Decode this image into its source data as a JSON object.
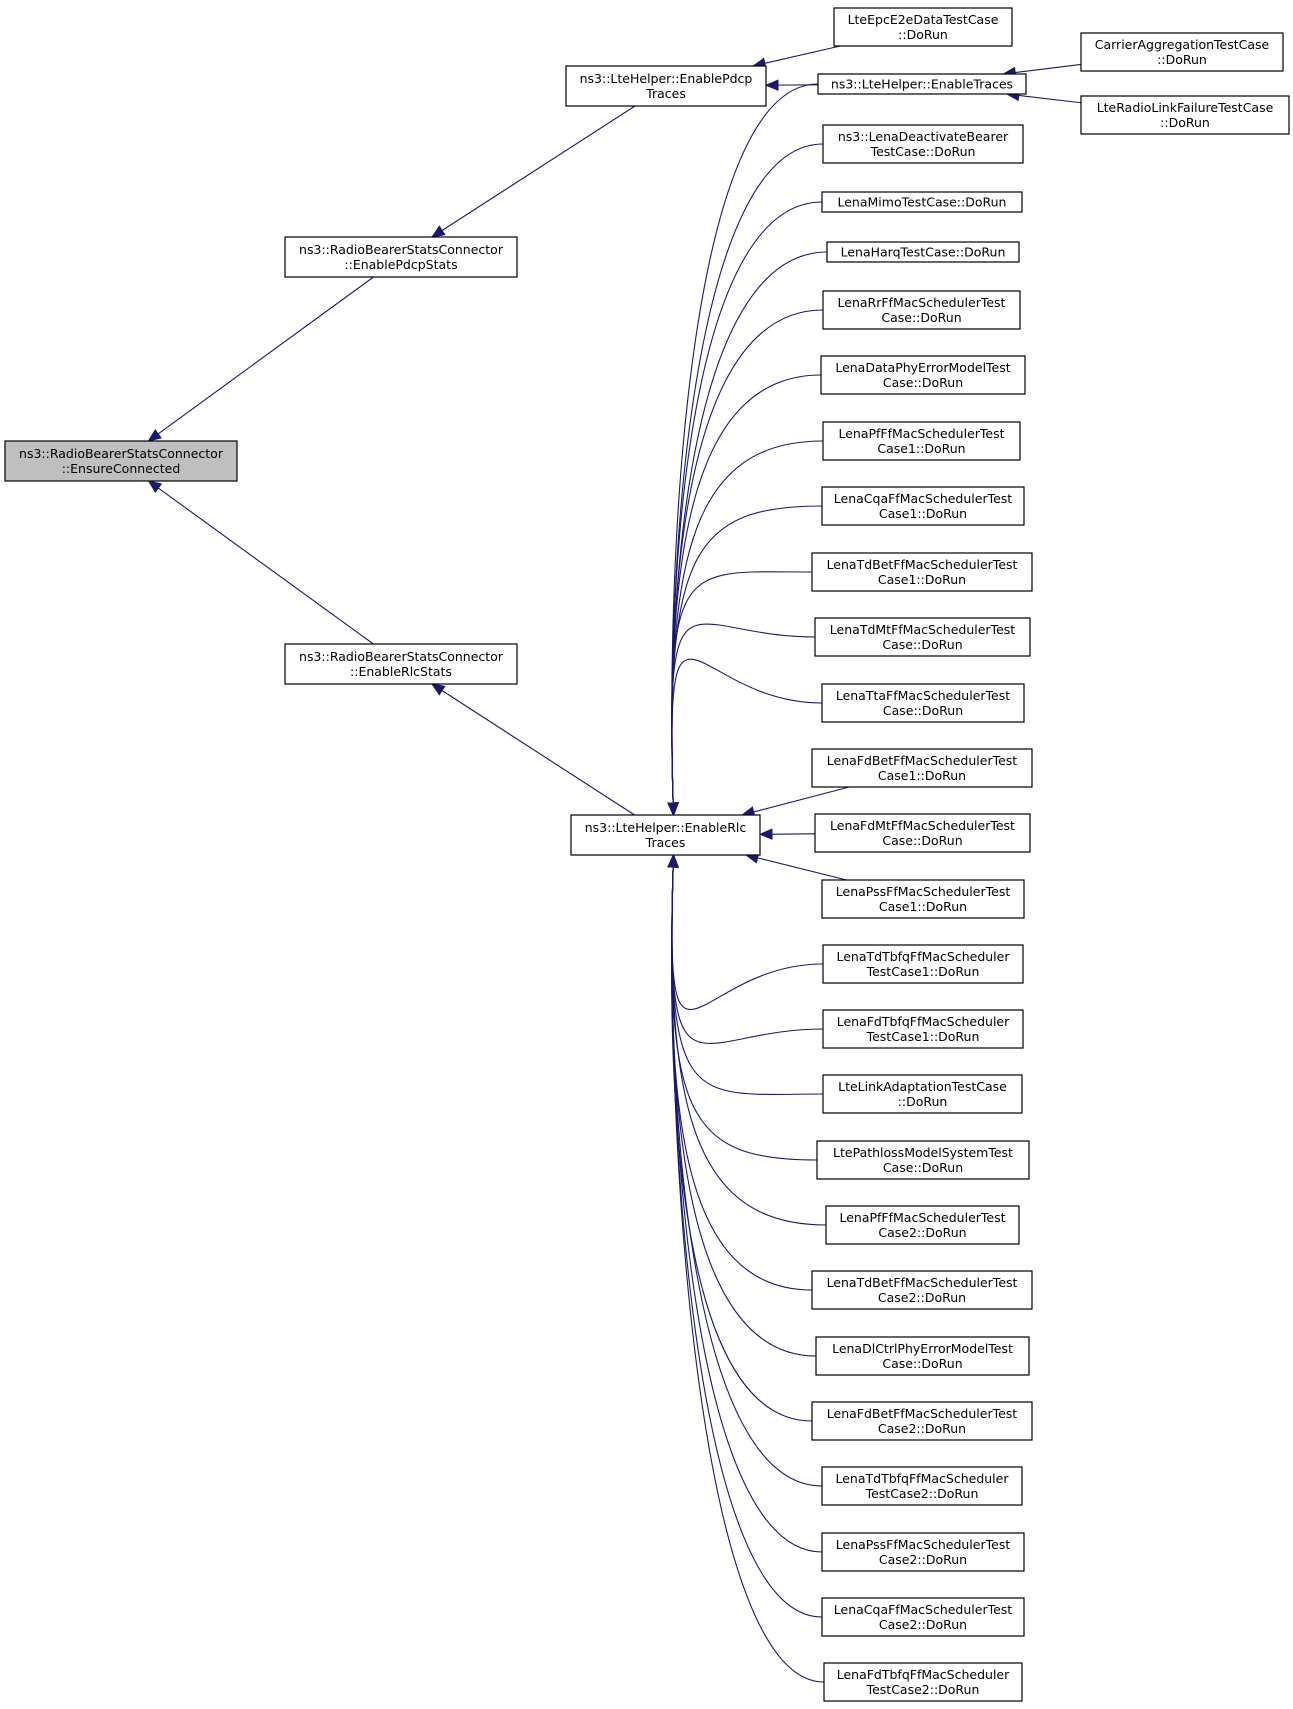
{
  "diagram": {
    "colors": {
      "edge": "#191970",
      "focus_fill": "#bfbfbf",
      "box_fill": "#ffffff",
      "border": "#000000"
    },
    "nodes": [
      {
        "id": "ensure",
        "lines": [
          "ns3::RadioBearerStatsConnector",
          "::EnsureConnected"
        ],
        "focus": true
      },
      {
        "id": "pdcpstats",
        "lines": [
          "ns3::RadioBearerStatsConnector",
          "::EnablePdcpStats"
        ]
      },
      {
        "id": "rlcstats",
        "lines": [
          "ns3::RadioBearerStatsConnector",
          "::EnableRlcStats"
        ]
      },
      {
        "id": "pdcptr",
        "lines": [
          "ns3::LteHelper::EnablePdcp",
          "Traces"
        ]
      },
      {
        "id": "rlctr",
        "lines": [
          "ns3::LteHelper::EnableRlc",
          "Traces"
        ]
      },
      {
        "id": "epce2e",
        "lines": [
          "LteEpcE2eDataTestCase",
          "::DoRun"
        ]
      },
      {
        "id": "enabletr",
        "lines": [
          "ns3::LteHelper::EnableTraces"
        ]
      },
      {
        "id": "carrier",
        "lines": [
          "CarrierAggregationTestCase",
          "::DoRun"
        ]
      },
      {
        "id": "rlf",
        "lines": [
          "LteRadioLinkFailureTestCase",
          "::DoRun"
        ]
      },
      {
        "id": "deact",
        "lines": [
          "ns3::LenaDeactivateBearer",
          "TestCase::DoRun"
        ]
      },
      {
        "id": "mimo",
        "lines": [
          "LenaMimoTestCase::DoRun"
        ]
      },
      {
        "id": "harq",
        "lines": [
          "LenaHarqTestCase::DoRun"
        ]
      },
      {
        "id": "rr",
        "lines": [
          "LenaRrFfMacSchedulerTest",
          "Case::DoRun"
        ]
      },
      {
        "id": "dataphy",
        "lines": [
          "LenaDataPhyErrorModelTest",
          "Case::DoRun"
        ]
      },
      {
        "id": "pf1",
        "lines": [
          "LenaPfFfMacSchedulerTest",
          "Case1::DoRun"
        ]
      },
      {
        "id": "cqa1",
        "lines": [
          "LenaCqaFfMacSchedulerTest",
          "Case1::DoRun"
        ]
      },
      {
        "id": "tdbet1",
        "lines": [
          "LenaTdBetFfMacSchedulerTest",
          "Case1::DoRun"
        ]
      },
      {
        "id": "tdmt",
        "lines": [
          "LenaTdMtFfMacSchedulerTest",
          "Case::DoRun"
        ]
      },
      {
        "id": "tta",
        "lines": [
          "LenaTtaFfMacSchedulerTest",
          "Case::DoRun"
        ]
      },
      {
        "id": "fdbet1",
        "lines": [
          "LenaFdBetFfMacSchedulerTest",
          "Case1::DoRun"
        ]
      },
      {
        "id": "fdmt",
        "lines": [
          "LenaFdMtFfMacSchedulerTest",
          "Case::DoRun"
        ]
      },
      {
        "id": "pss1",
        "lines": [
          "LenaPssFfMacSchedulerTest",
          "Case1::DoRun"
        ]
      },
      {
        "id": "tdtbfq1",
        "lines": [
          "LenaTdTbfqFfMacScheduler",
          "TestCase1::DoRun"
        ]
      },
      {
        "id": "fdtbfq1",
        "lines": [
          "LenaFdTbfqFfMacScheduler",
          "TestCase1::DoRun"
        ]
      },
      {
        "id": "linkad",
        "lines": [
          "LteLinkAdaptationTestCase",
          "::DoRun"
        ]
      },
      {
        "id": "pathloss",
        "lines": [
          "LtePathlossModelSystemTest",
          "Case::DoRun"
        ]
      },
      {
        "id": "pf2",
        "lines": [
          "LenaPfFfMacSchedulerTest",
          "Case2::DoRun"
        ]
      },
      {
        "id": "tdbet2",
        "lines": [
          "LenaTdBetFfMacSchedulerTest",
          "Case2::DoRun"
        ]
      },
      {
        "id": "dlctrl",
        "lines": [
          "LenaDlCtrlPhyErrorModelTest",
          "Case::DoRun"
        ]
      },
      {
        "id": "fdbet2",
        "lines": [
          "LenaFdBetFfMacSchedulerTest",
          "Case2::DoRun"
        ]
      },
      {
        "id": "tdtbfq2",
        "lines": [
          "LenaTdTbfqFfMacScheduler",
          "TestCase2::DoRun"
        ]
      },
      {
        "id": "pss2",
        "lines": [
          "LenaPssFfMacSchedulerTest",
          "Case2::DoRun"
        ]
      },
      {
        "id": "cqa2",
        "lines": [
          "LenaCqaFfMacSchedulerTest",
          "Case2::DoRun"
        ]
      },
      {
        "id": "fdtbfq2",
        "lines": [
          "LenaFdTbfqFfMacScheduler",
          "TestCase2::DoRun"
        ]
      }
    ],
    "edges": [
      {
        "from": "pdcpstats",
        "to": "ensure"
      },
      {
        "from": "rlcstats",
        "to": "ensure"
      },
      {
        "from": "pdcptr",
        "to": "pdcpstats"
      },
      {
        "from": "rlctr",
        "to": "rlcstats"
      },
      {
        "from": "epce2e",
        "to": "pdcptr"
      },
      {
        "from": "enabletr",
        "to": "pdcptr"
      },
      {
        "from": "carrier",
        "to": "enabletr"
      },
      {
        "from": "rlf",
        "to": "enabletr"
      },
      {
        "from": "enabletr",
        "to": "rlctr"
      },
      {
        "from": "deact",
        "to": "rlctr"
      },
      {
        "from": "mimo",
        "to": "rlctr"
      },
      {
        "from": "harq",
        "to": "rlctr"
      },
      {
        "from": "rr",
        "to": "rlctr"
      },
      {
        "from": "dataphy",
        "to": "rlctr"
      },
      {
        "from": "pf1",
        "to": "rlctr"
      },
      {
        "from": "cqa1",
        "to": "rlctr"
      },
      {
        "from": "tdbet1",
        "to": "rlctr"
      },
      {
        "from": "tdmt",
        "to": "rlctr"
      },
      {
        "from": "tta",
        "to": "rlctr"
      },
      {
        "from": "fdbet1",
        "to": "rlctr"
      },
      {
        "from": "fdmt",
        "to": "rlctr"
      },
      {
        "from": "pss1",
        "to": "rlctr"
      },
      {
        "from": "tdtbfq1",
        "to": "rlctr"
      },
      {
        "from": "fdtbfq1",
        "to": "rlctr"
      },
      {
        "from": "linkad",
        "to": "rlctr"
      },
      {
        "from": "pathloss",
        "to": "rlctr"
      },
      {
        "from": "pf2",
        "to": "rlctr"
      },
      {
        "from": "tdbet2",
        "to": "rlctr"
      },
      {
        "from": "dlctrl",
        "to": "rlctr"
      },
      {
        "from": "fdbet2",
        "to": "rlctr"
      },
      {
        "from": "tdtbfq2",
        "to": "rlctr"
      },
      {
        "from": "pss2",
        "to": "rlctr"
      },
      {
        "from": "cqa2",
        "to": "rlctr"
      },
      {
        "from": "fdtbfq2",
        "to": "rlctr"
      }
    ]
  }
}
